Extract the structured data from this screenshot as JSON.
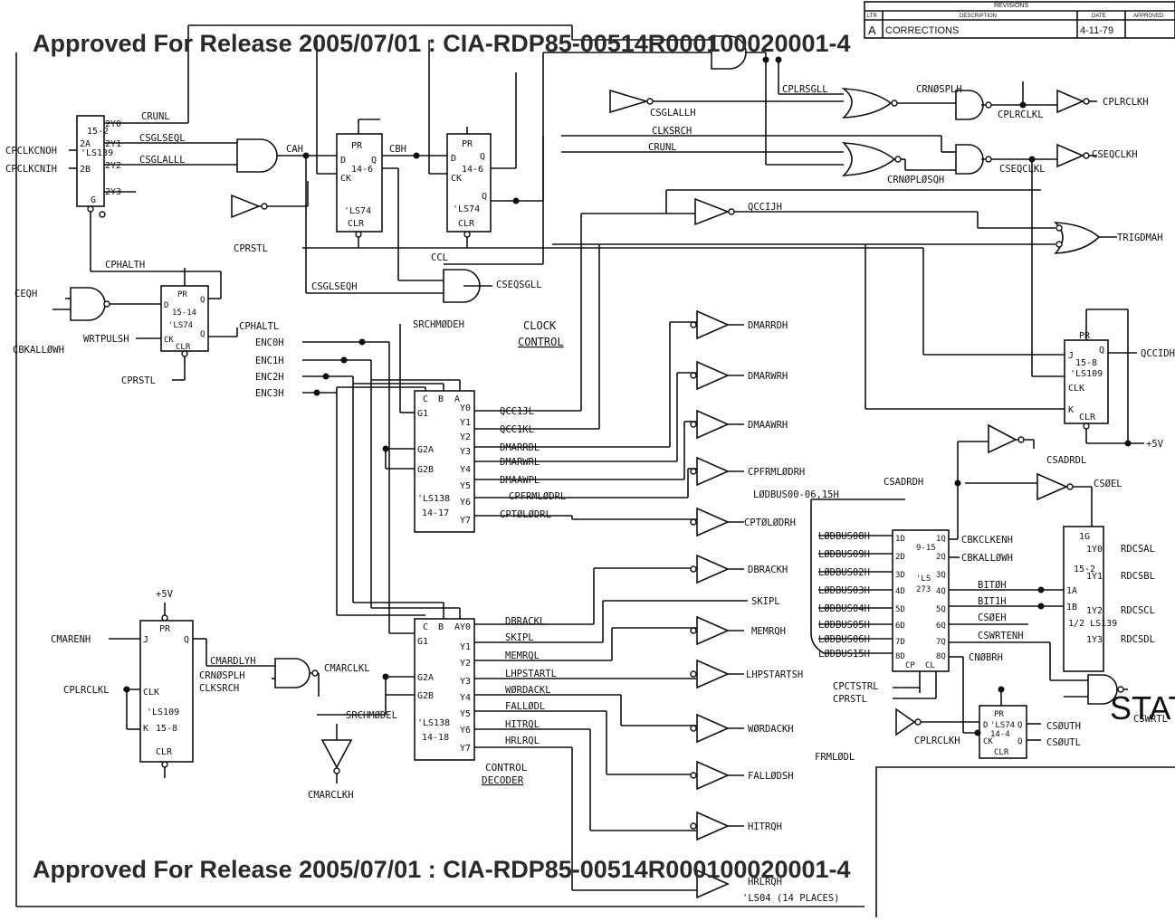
{
  "header": {
    "top_banner": "Approved For Release 2005/07/01 : CIA-RDP85-00514R000100020001-4",
    "bottom_banner": "Approved For Release 2005/07/01 : CIA-RDP85-00514R000100020001-4"
  },
  "revisions": {
    "title": "REVISIONS",
    "col_ltr": "LTR",
    "col_description": "DESCRIPTION",
    "col_date": "DATE",
    "col_approved": "APPROVED",
    "row_ltr": "A",
    "row_description": "CORRECTIONS",
    "row_date": "4-11-79"
  },
  "section_titles": {
    "clock_1": "CLOCK",
    "clock_2": "CONTROL",
    "ctrl_1": "CONTROL",
    "ctrl_2": "DECODER",
    "stat": "STAT"
  },
  "chips": {
    "ls139_left": [
      "15-2",
      "'LS139",
      "2Y0",
      "2Y1",
      "2Y2",
      "2Y3",
      "2A",
      "2B",
      "G"
    ],
    "ls74_a": [
      "PR",
      "D",
      "Q",
      "CK",
      "14-6",
      "'LS74",
      "CLR"
    ],
    "ls74_b": [
      "PR",
      "D",
      "Q",
      "CK",
      "14-6",
      "'LS74",
      "CLR",
      "Q"
    ],
    "ls74_c": [
      "PR",
      "D",
      "CK",
      "15-14",
      "'LS74",
      "CLR",
      "Q",
      "Q"
    ],
    "ls138_upper": [
      "C",
      "B",
      "A",
      "G1",
      "G2A",
      "G2B",
      "Y0",
      "Y1",
      "Y2",
      "Y3",
      "Y4",
      "Y5",
      "Y6",
      "Y7",
      "'LS138",
      "14-17"
    ],
    "ls138_lower": [
      "C",
      "B",
      "A",
      "G1",
      "G2A",
      "G2B",
      "Y0",
      "Y1",
      "Y2",
      "Y3",
      "Y4",
      "Y5",
      "Y6",
      "Y7",
      "'LS138",
      "14-18"
    ],
    "ls109_left": [
      "PR",
      "J",
      "Q",
      "CLK",
      "'LS109",
      "K",
      "15-8",
      "CLR"
    ],
    "ls109_right": [
      "PR",
      "J",
      "Q",
      "15-8",
      "'LS109",
      "CLK",
      "K",
      "CLR"
    ],
    "ls273": [
      "9-15",
      "'LS",
      "273",
      "1D",
      "2D",
      "3D",
      "4D",
      "5D",
      "6D",
      "7D",
      "8D",
      "1Q",
      "2Q",
      "3Q",
      "4Q",
      "5Q",
      "6Q",
      "7Q",
      "8Q",
      "CP",
      "CL"
    ],
    "ls139_right": [
      "1G",
      "15-2",
      "1/2 LS139",
      "1A",
      "1B",
      "1Y0",
      "1Y1",
      "1Y2",
      "1Y3"
    ],
    "ls74_d": [
      "PR",
      "D",
      "'LS74",
      "CK",
      "14-4",
      "CLR",
      "Q",
      "Q"
    ]
  },
  "signals": {
    "left_inputs": [
      "CPCLKCNOH",
      "CPCLKCNIH",
      "CEQH",
      "CBKALLØWH",
      "WRTPULSH",
      "CPRSTL",
      "CPHALTH",
      "CPHALTL"
    ],
    "enc": [
      "ENC0H",
      "ENC1H",
      "ENC2H",
      "ENC3H"
    ],
    "clock_nets": [
      "CRUNL",
      "CSGLSEQL",
      "CSGLALLL",
      "CAH",
      "CBH",
      "CCL",
      "CSGLSEQH",
      "CSEQSGLL",
      "CPRSTL",
      "SRCHMØDEH",
      "QCCIJH"
    ],
    "top_right": [
      "CSGLALLH",
      "CPLRSGLL",
      "CRNØSPLH",
      "CPLRCLKL",
      "CPLRCLKH",
      "CLKSRCH",
      "CRUNL",
      "CSEQCLKL",
      "CSEQCLKH",
      "CRNØPLØSQH",
      "TRIGDMAH",
      "QCCIDH",
      "+5V"
    ],
    "decoder_upper_out": [
      "QCC1JL",
      "QCC1KL",
      "DMARRDL",
      "DMARWRL",
      "DMAAWPL",
      "CPFRMLØDRL",
      "CPTØLØDRL"
    ],
    "buffers_upper": [
      "DMARRDH",
      "DMARWRH",
      "DMAAWRH",
      "CPFRMLØDRH",
      "CPTØLØDRH",
      "DBRACKH"
    ],
    "decoder_lower_out": [
      "DBRACKL",
      "SKIPL",
      "MEMRQL",
      "LHPSTARTL",
      "WØRDACKL",
      "FALLØDL",
      "HITRQL",
      "HRLRQL"
    ],
    "buffers_lower": [
      "SKIPL",
      "MEMRQH",
      "LHPSTARTSH",
      "WØRDACKH",
      "FALLØDSH",
      "HITRQH",
      "HRLRQH"
    ],
    "cmar": [
      "CMARENH",
      "CPLRCLKL",
      "CMARDLYH",
      "CRNØSPLH",
      "CLKSRCH",
      "CMARCLKL",
      "SRCHMØDEL",
      "CMARCLKH"
    ],
    "ls273_in": [
      "LØDBUS08H",
      "LØDBUS09H",
      "LØDBUS02H",
      "LØDBUS03H",
      "LØDBUS04H",
      "LØDBUS05H",
      "LØDBUS06H",
      "LØDBUS15H"
    ],
    "ls273_out": [
      "CBKCLKENH",
      "CBKALLØWH",
      "BITØH",
      "BIT1H",
      "CSØEH",
      "CSWRTENH",
      "CNØBRH"
    ],
    "misc": [
      "LØDBUS00-06,15H",
      "CSADRDH",
      "CSADRDL",
      "CSØEL",
      "RDCSAL",
      "RDCSBL",
      "RDCSCL",
      "RDCSDL",
      "CPCTSTRL",
      "CPRSTL",
      "FRMLØDL",
      "CPLRCLKH",
      "CSØUTH",
      "CSØUTL",
      "CSWRTL",
      "'LS04 (14 PLACES)",
      "+5V"
    ]
  }
}
